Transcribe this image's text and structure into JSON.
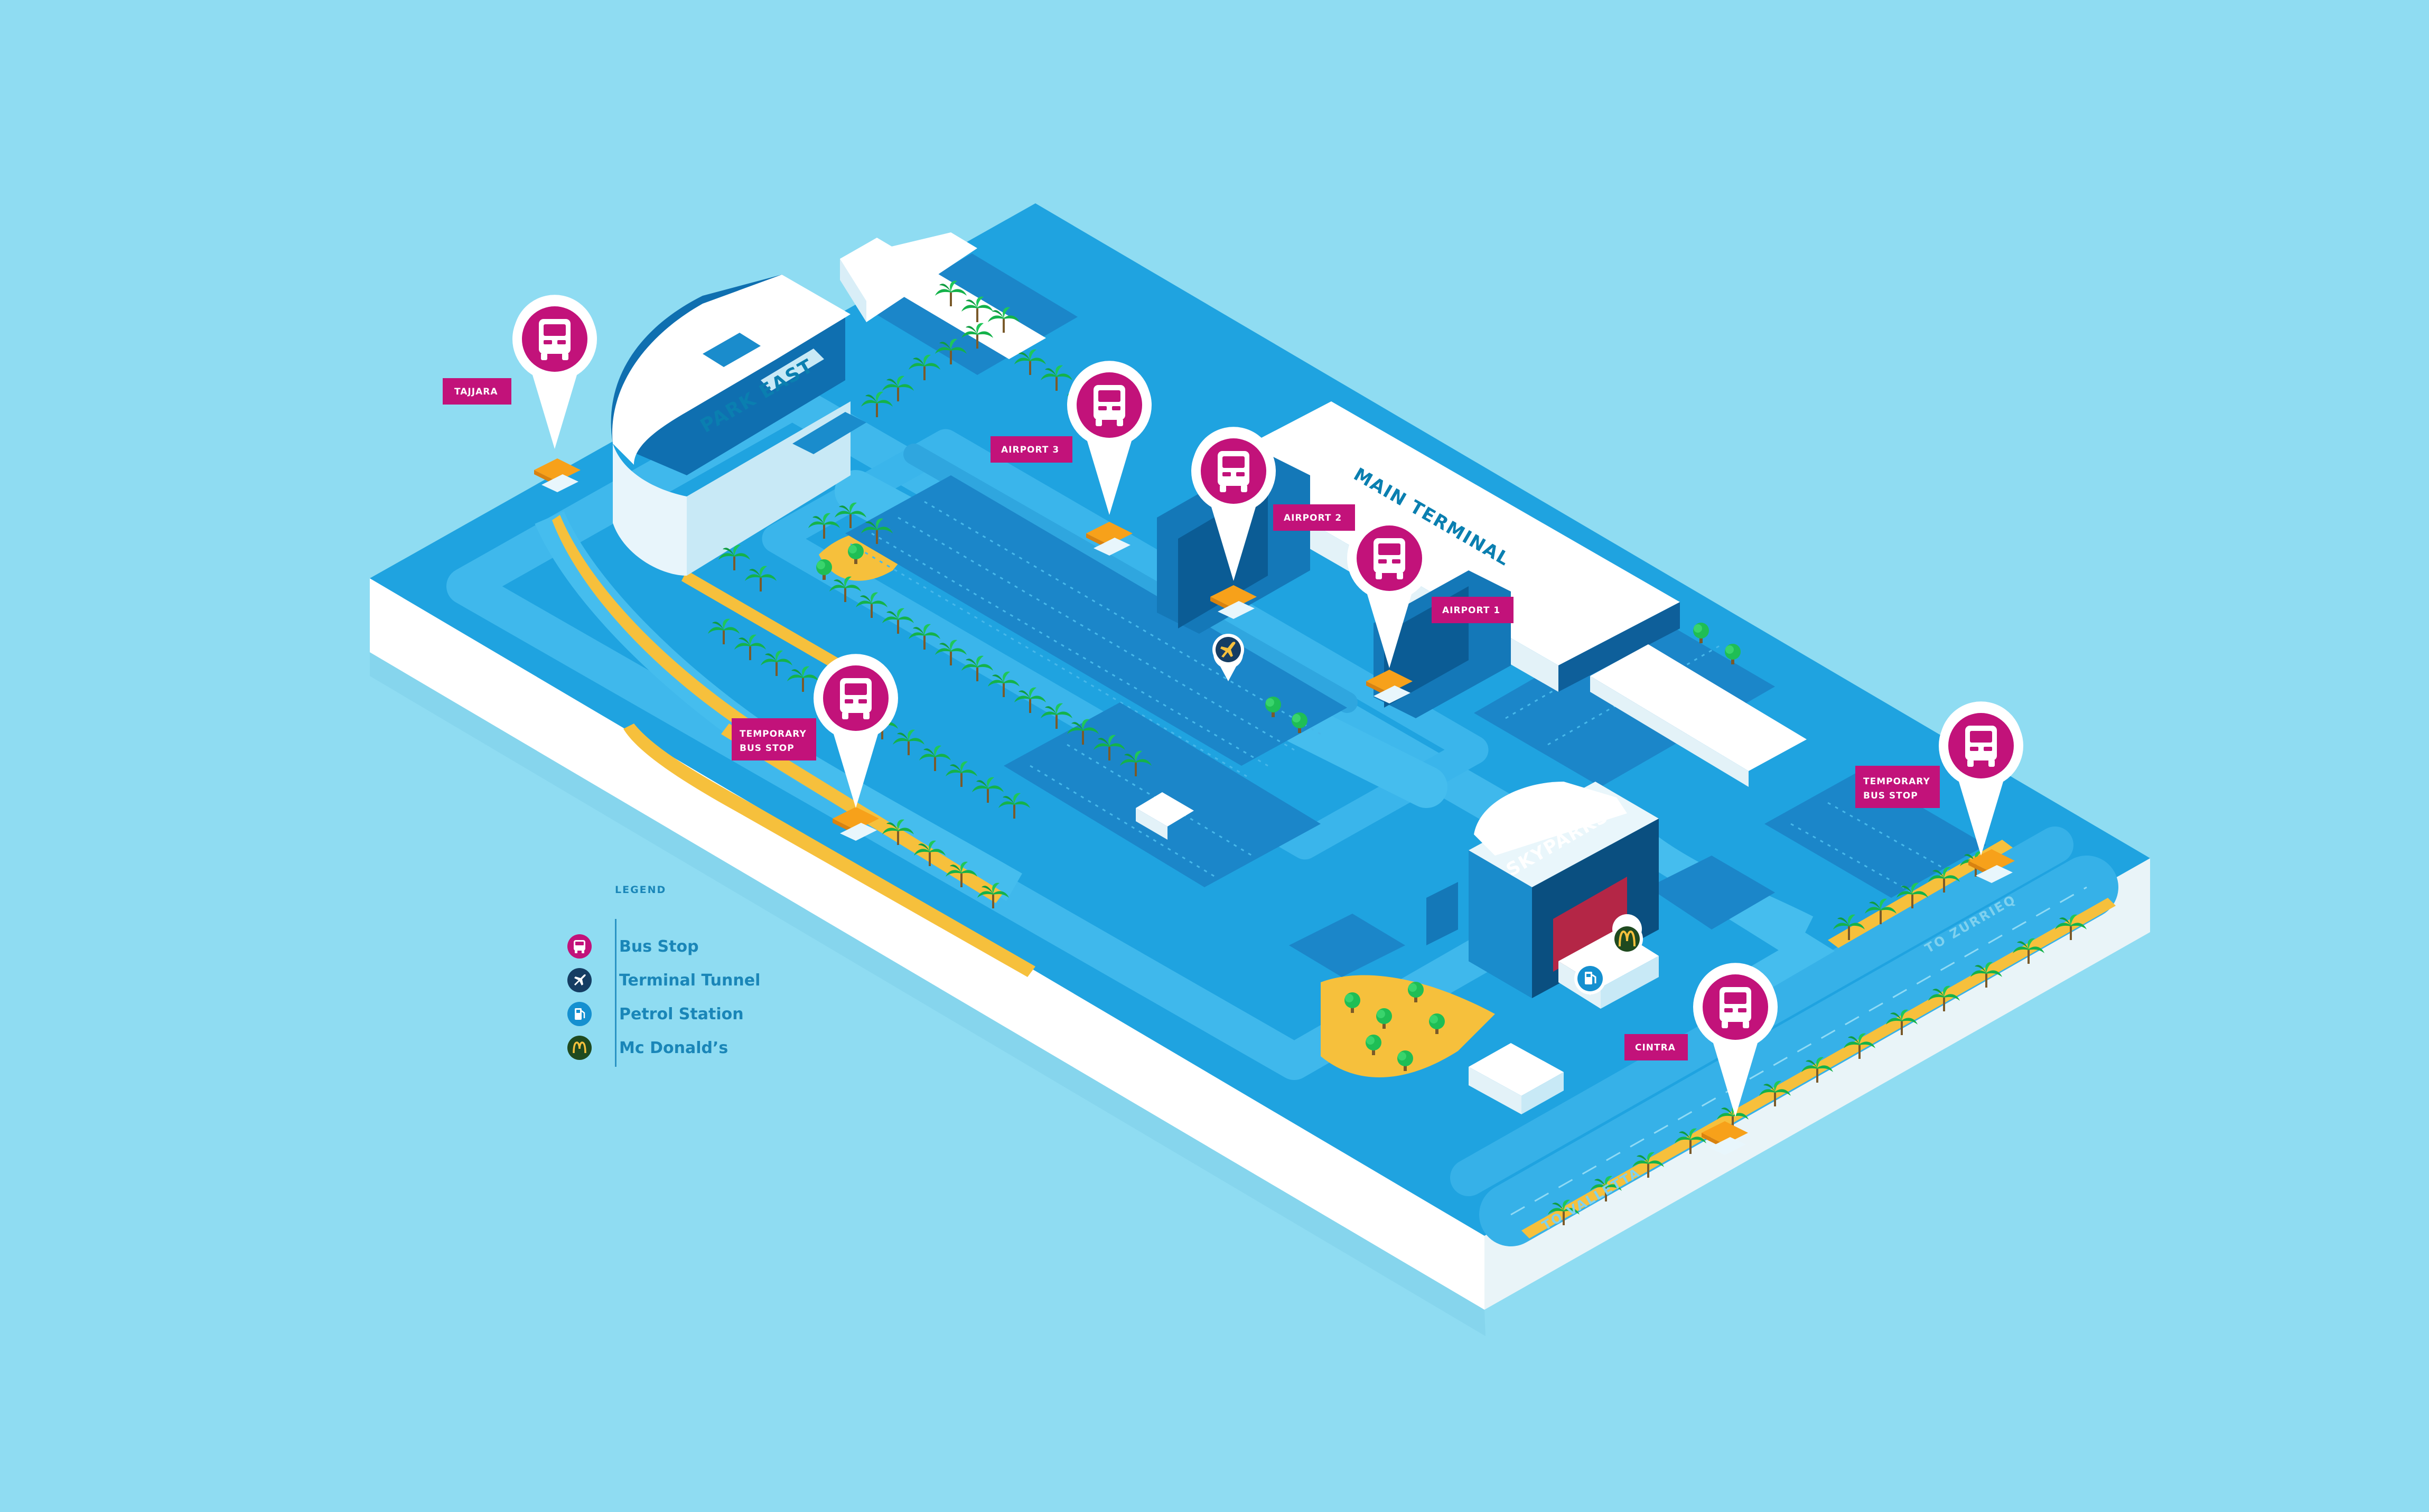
{
  "map": {
    "areas": {
      "park_east": "PARK EAST",
      "main_terminal": "MAIN TERMINAL",
      "skyparks": "SKYPARKS"
    },
    "roads": {
      "to_valletta": "TO VALLETTA",
      "to_zurrieq": "TO ZURRIEQ"
    },
    "bus_stops": [
      {
        "label": "TAJJARA"
      },
      {
        "label": "AIRPORT 3"
      },
      {
        "label": "AIRPORT 2"
      },
      {
        "label": "AIRPORT 1"
      },
      {
        "label_line1": "TEMPORARY",
        "label_line2": "BUS STOP"
      },
      {
        "label_line1": "TEMPORARY",
        "label_line2": "BUS STOP"
      },
      {
        "label": "CINTRA"
      }
    ],
    "poi": {
      "terminal_tunnel_icon": "plane-icon",
      "petrol_icon": "fuel-pump-icon",
      "mcdonalds_icon": "mcdonalds-arches-icon"
    }
  },
  "legend": {
    "title": "LEGEND",
    "items": [
      {
        "label": "Bus Stop",
        "icon": "bus-icon",
        "color": "#c2127a"
      },
      {
        "label": "Terminal Tunnel",
        "icon": "plane-icon",
        "color": "#153d63"
      },
      {
        "label": "Petrol Station",
        "icon": "fuel-pump-icon",
        "color": "#1590d0"
      },
      {
        "label": "Mc Donald’s",
        "icon": "mcdonalds-arches-icon",
        "color": "#1f4a1f"
      }
    ]
  },
  "colors": {
    "background": "#8fdcf2",
    "platform_top": "#1fa3e0",
    "road": "#38b3ea",
    "parking": "#1b86c9",
    "sand": "#f6c03c",
    "bus_stop_magenta": "#c2127a",
    "building": "#ffffff"
  }
}
